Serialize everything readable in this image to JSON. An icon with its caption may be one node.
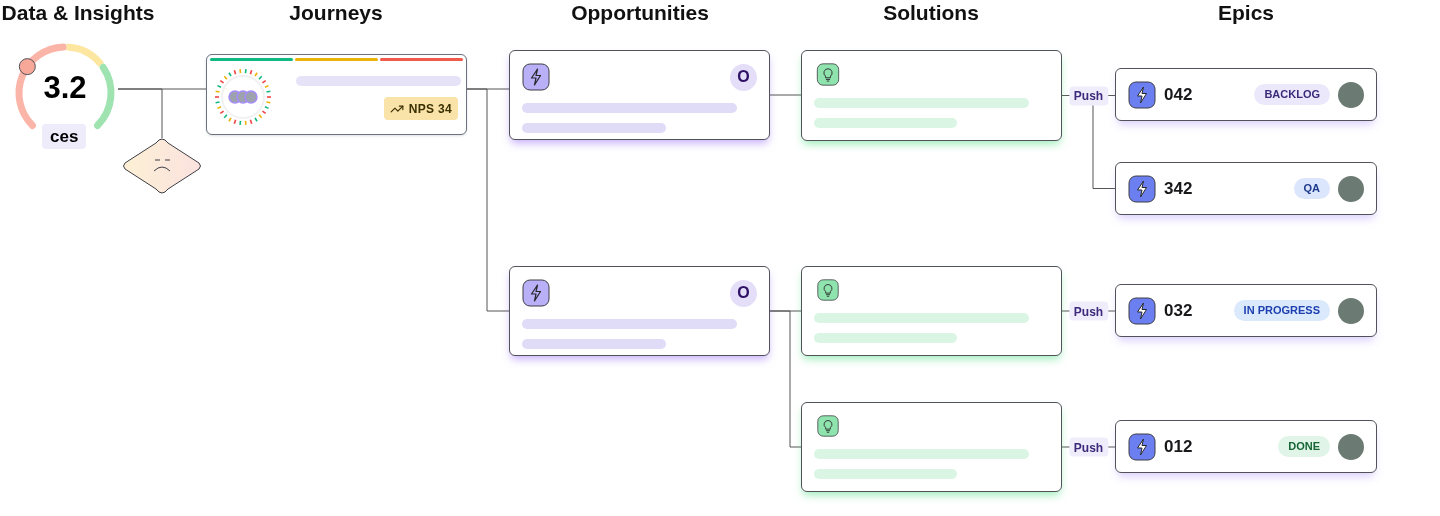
{
  "diagram": {
    "nodes": [
      {
        "text": [
          "3.2",
          "ces"
        ]
      },
      {
        "text": [],
        "shape": "diamond"
      },
      {
        "text": [
          "NPS 34"
        ]
      },
      {
        "text": [
          "O"
        ]
      },
      {
        "text": [
          "O"
        ]
      },
      {
        "text": [],
        "shape": "box"
      },
      {
        "text": [],
        "shape": "box"
      },
      {
        "text": [],
        "shape": "box"
      },
      {
        "text": [
          "042",
          "BACKLOG"
        ]
      },
      {
        "text": [
          "342",
          "QA"
        ]
      },
      {
        "text": [
          "032",
          "IN PROGRESS"
        ]
      },
      {
        "text": [
          "012",
          "DONE"
        ]
      }
    ],
    "edges": [
      {
        "from": 0,
        "to": 2,
        "arrow": "none"
      },
      {
        "from": 0,
        "to": 1,
        "arrow": "none"
      },
      {
        "from": 2,
        "to": 3,
        "arrow": "none"
      },
      {
        "from": 2,
        "to": 4,
        "arrow": "none"
      },
      {
        "from": 3,
        "to": 5,
        "arrow": "none"
      },
      {
        "from": 4,
        "to": 6,
        "arrow": "none"
      },
      {
        "from": 4,
        "to": 7,
        "arrow": "none"
      },
      {
        "from": 5,
        "to": 8,
        "label": "Push",
        "arrow": "none"
      },
      {
        "from": 5,
        "to": 9,
        "arrow": "none"
      },
      {
        "from": 6,
        "to": 10,
        "label": "Push",
        "arrow": "none"
      },
      {
        "from": 7,
        "to": 11,
        "label": "Push",
        "arrow": "none"
      }
    ],
    "labels": [
      "Data & Insights",
      "Journeys",
      "Opportunities",
      "Solutions",
      "Epics"
    ]
  }
}
